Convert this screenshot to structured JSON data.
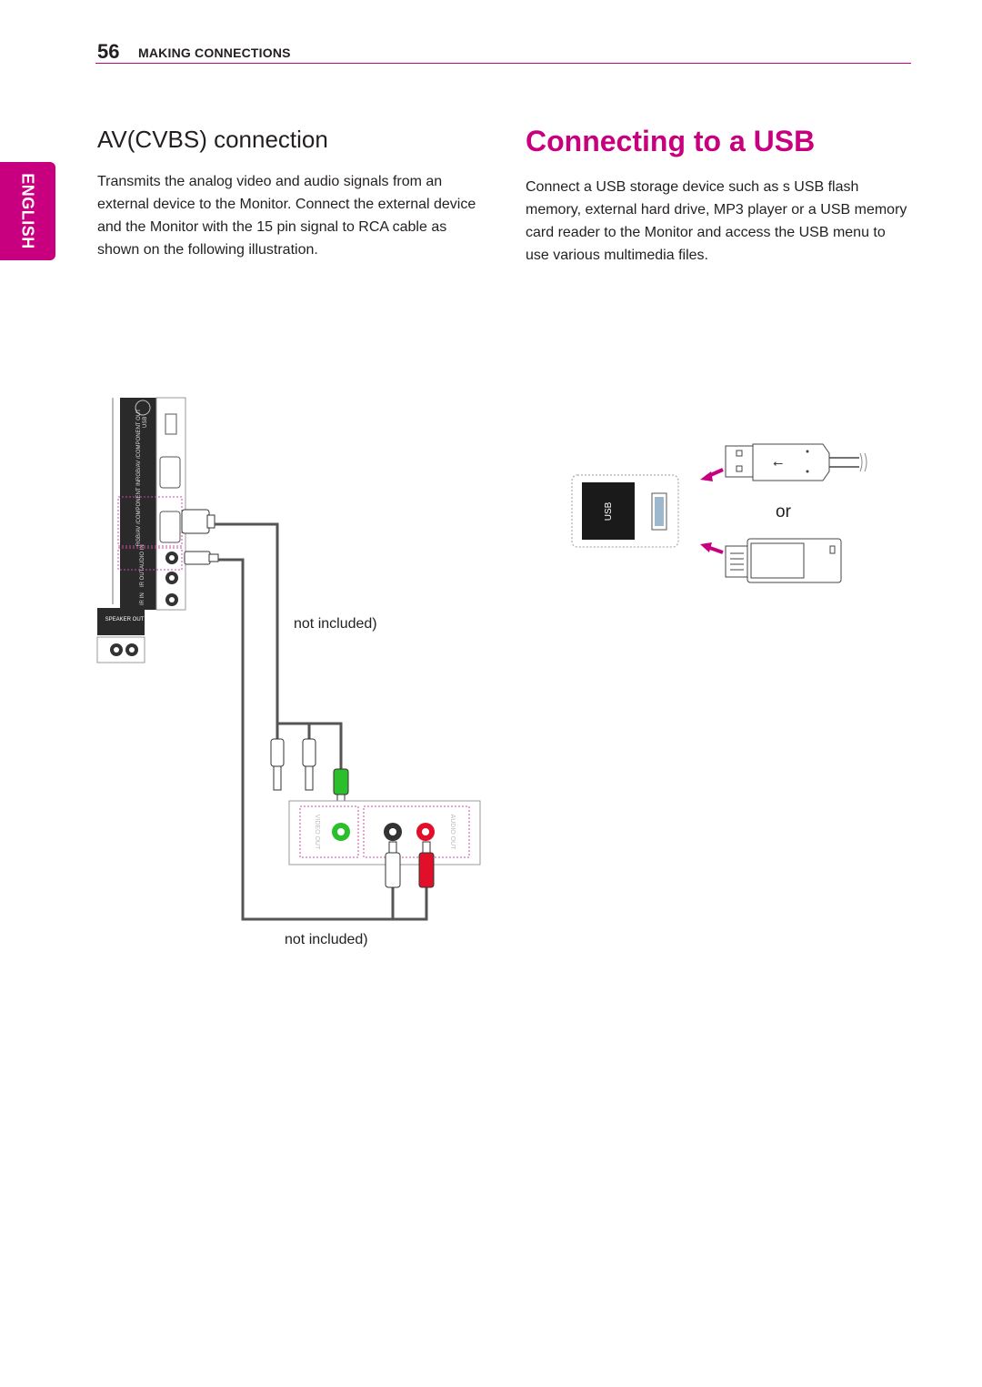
{
  "header": {
    "page_number": "56",
    "section": "MAKING CONNECTIONS"
  },
  "language_tab": "ENGLISH",
  "left_section": {
    "heading": "AV(CVBS) connection",
    "body": "Transmits the analog video and audio signals from an external device to the Monitor. Connect the external device and the Monitor with the 15 pin signal to RCA cable as shown on the following illustration."
  },
  "right_section": {
    "heading": "Connecting to a USB",
    "body": "Connect a USB storage device such as s USB flash memory, external hard drive, MP3 player or a USB memory card reader to the Monitor and access the USB menu to use various multimedia files."
  },
  "diagram_labels": {
    "cable_note_top": "not included)",
    "cable_note_bottom": "not included)",
    "or": "or",
    "port_usb": "USB",
    "port_rgb_out": "RGB/AV /COMPONENT OUT",
    "port_rgb_in": "RGB/AV /COMPONENT IN",
    "port_audio_in": "AUDIO IN",
    "port_ir_out": "IR OUT",
    "port_ir_in": "IR IN",
    "port_speaker": "SPEAKER OUT",
    "device_video_out": "VIDEO OUT",
    "device_audio_out": "AUDIO OUT",
    "usb_port_label": "USB"
  },
  "colors": {
    "accent": "#c8007f",
    "video_plug": "#2bbf2b",
    "audio_red_plug": "#e0102a"
  }
}
